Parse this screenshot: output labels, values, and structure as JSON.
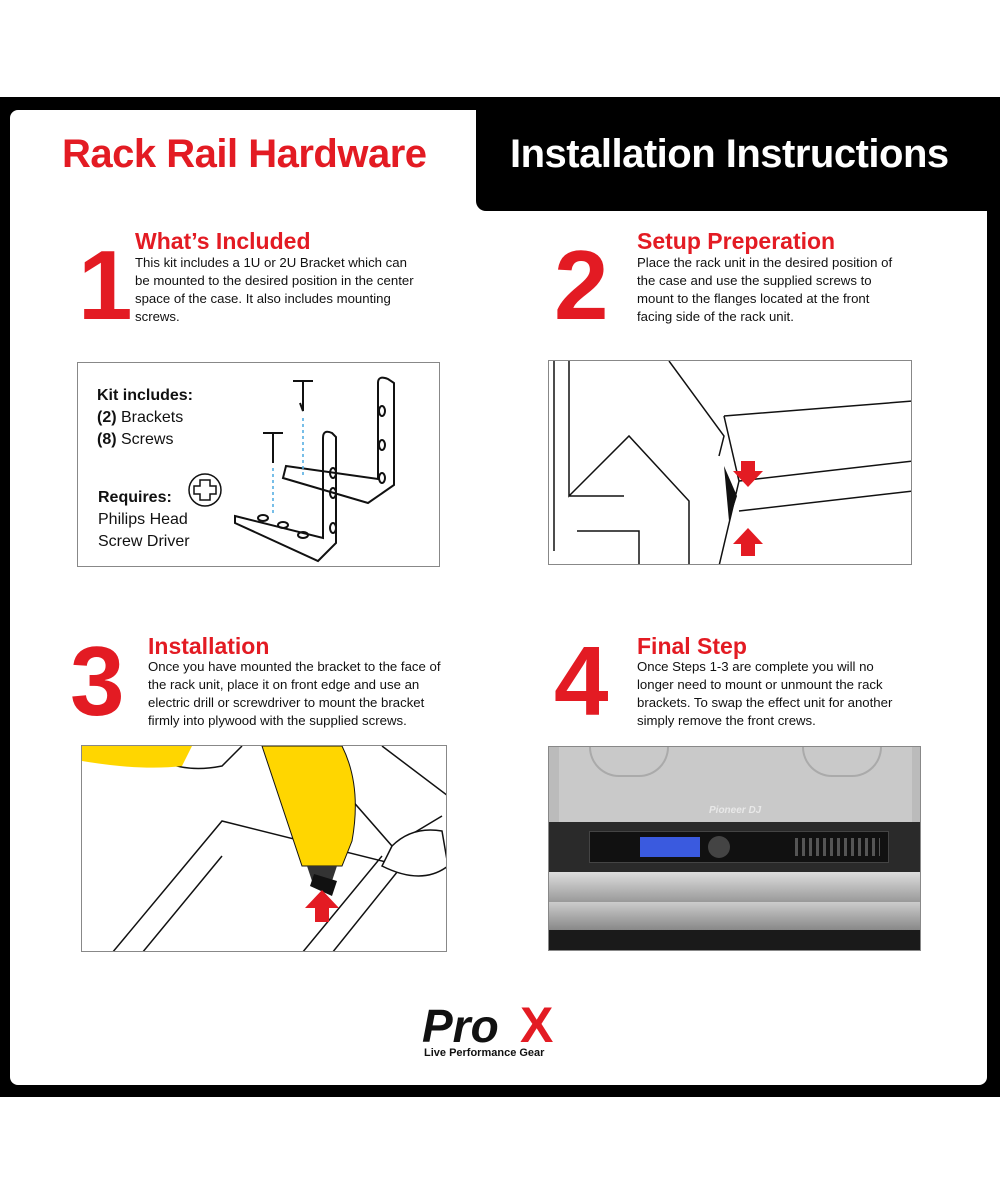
{
  "header": {
    "left_title": "Rack Rail Hardware",
    "right_title": "Installation Instructions"
  },
  "steps": [
    {
      "number": "1",
      "title": "What’s Included",
      "text": "This kit includes a 1U or 2U Bracket which can be mounted to the desired position in the center space of the case. It also includes mounting screws."
    },
    {
      "number": "2",
      "title": "Setup Preperation",
      "text": "Place the rack unit in the desired position of the case and use the supplied screws to mount to the flanges located at the front facing side of the rack unit."
    },
    {
      "number": "3",
      "title": "Installation",
      "text": "Once you have mounted the bracket to the face of the rack unit, place it on front edge and use an electric drill or screwdriver to mount the bracket firmly into plywood with the supplied screws."
    },
    {
      "number": "4",
      "title": "Final Step",
      "text": "Once Steps 1-3 are complete you will no longer need to mount or unmount the rack brackets. To swap the effect unit for another simply remove the front crews."
    }
  ],
  "kit": {
    "includes_label": "Kit includes:",
    "items": [
      {
        "qty": "(2)",
        "name": " Brackets"
      },
      {
        "qty": "(8)",
        "name": " Screws"
      }
    ],
    "requires_label": "Requires:",
    "requires_line1": "Philips Head",
    "requires_line2": "Screw Driver"
  },
  "photo": {
    "brand_text": "Pioneer DJ"
  },
  "logo": {
    "brand": "ProX",
    "tagline": "Live Performance Gear"
  },
  "colors": {
    "accent": "#e31b23",
    "black": "#000000"
  }
}
